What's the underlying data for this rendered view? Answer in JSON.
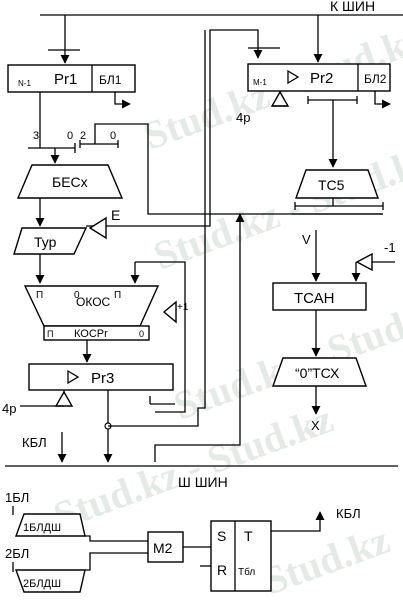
{
  "buses": {
    "top_bus": "К ШИН",
    "bottom_bus": "Ш ШИН"
  },
  "registers": {
    "pr1": {
      "name": "Pr1",
      "prefix": "N-1",
      "suffix": "БЛ1"
    },
    "pr2": {
      "name": "Pr2",
      "prefix": "M-1",
      "suffix": "БЛ2"
    },
    "pr3": {
      "name": "Pr3"
    }
  },
  "bit_labels": {
    "b3": "3",
    "b0a": "0",
    "b2": "2",
    "b0b": "0"
  },
  "blocks": {
    "besx": "БЕСх",
    "tur": "Тур",
    "okos": "ОКОС",
    "koscpr": "КОСPr",
    "tc5": "ТС5",
    "tsan": "ТСАН",
    "zero_tsx": "“0”ТСХ",
    "m2": "M2",
    "bldsh1": "1БЛДШ",
    "bldsh2": "2БЛДШ"
  },
  "okos_marks": {
    "p_left": "П",
    "zero_mid": "0",
    "p_right": "П",
    "p_bottom": "П",
    "zero_bottom": "0"
  },
  "trigger": {
    "s": "S",
    "t": "T",
    "r": "R",
    "tbl": "Tбл"
  },
  "signals": {
    "e": "E",
    "v": "V",
    "minus_one": "-1",
    "plus_one": "+1",
    "four_p_top": "4р",
    "four_p_bottom": "4р",
    "kbl_left": "КБЛ",
    "kbl_right": "КБЛ",
    "x_out": "X",
    "one_bl": "1БЛ",
    "two_bl": "2БЛ"
  },
  "watermark": [
    "Stud.kz - Stud.kz",
    "Stud.kz - Stud.k",
    "Stud.kz - Stud.k",
    "Stud.kz - Stud.kz",
    "Stud.kz"
  ]
}
